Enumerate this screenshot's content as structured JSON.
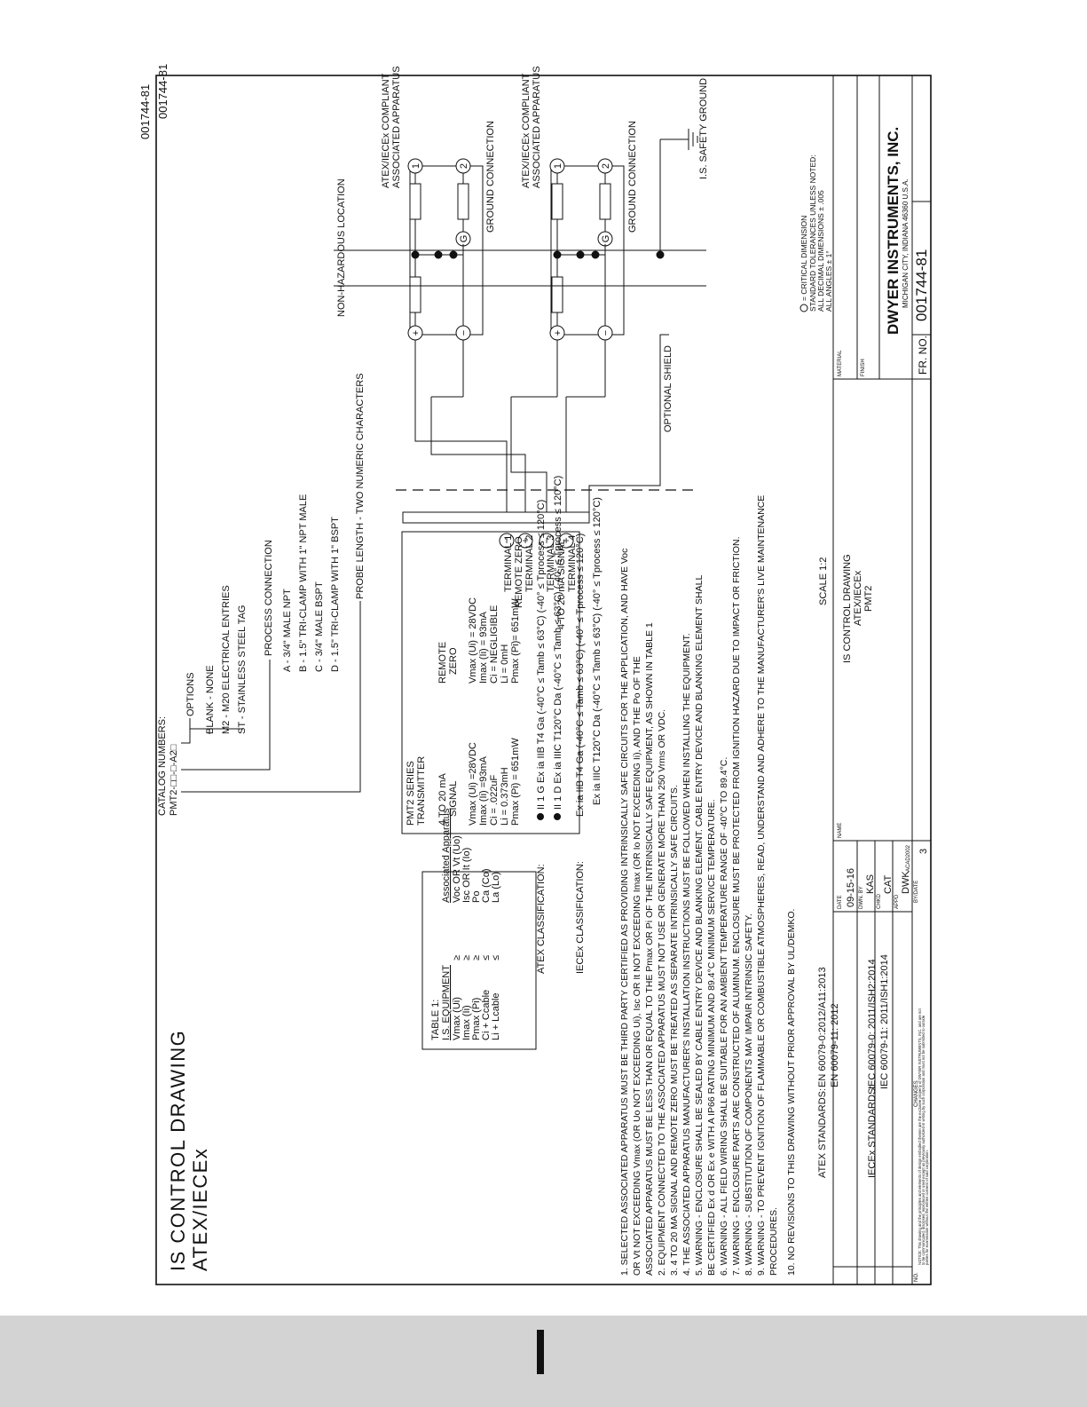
{
  "drawing_no_outside": "001744-81",
  "drawing_no_border": "001744-81",
  "title": [
    "IS CONTROL DRAWING",
    "ATEX/IECEx"
  ],
  "catalog": {
    "heading": "CATALOG NUMBERS:",
    "code": "PMT2-□□-□-A2□",
    "options_label": "OPTIONS",
    "options": [
      "BLANK - NONE",
      "M2 - M20 ELECTRICAL ENTRIES",
      "ST - STAINLESS STEEL TAG"
    ],
    "process_label": "PROCESS CONNECTION",
    "process": [
      "A - 3/4\" MALE NPT",
      "B - 1.5\" TRI-CLAMP WITH 1\" NPT MALE",
      "C - 3/4\" MALE BSPT",
      "D - 1.5\" TRI-CLAMP WITH 1\" BSPT"
    ],
    "probe_label": "PROBE LENGTH - TWO NUMERIC CHARACTERS"
  },
  "table1": {
    "title": "TABLE 1:",
    "col1": "I.S. EQUIPMENT",
    "col3": "Associated Apparatus",
    "rows": [
      [
        "Vmax (Ui)",
        "≥",
        "Voc OR Vt (Uo)"
      ],
      [
        "Imax (Ii)",
        "≥",
        "Isc OR It (Io)"
      ],
      [
        "Pmax (Pi)",
        "≥",
        "Po"
      ],
      [
        "Ci + Ccable",
        "≤",
        "Ca (Co)"
      ],
      [
        "Li + Lcable",
        "≤",
        "La (Lo)"
      ]
    ]
  },
  "transmitter": {
    "header": [
      "PMT2 SERIES",
      "TRANSMITTER"
    ],
    "signal_label": [
      "4 TO 20 mA",
      "SIGNAL"
    ],
    "signal_params": [
      "Vmax (Ui) =28VDC",
      "Imax (Ii) =93mA",
      "Ci = .022uF",
      "Li = 0.373mH",
      "Pmax (Pi) = 651mW"
    ],
    "zero_label": [
      "REMOTE",
      "ZERO"
    ],
    "zero_params": [
      "Vmax (Ui) = 28VDC",
      "Imax (Ii) = 93mA",
      "Ci = NEGLIGIBLE",
      "Li = 0mH",
      "Pmax (Pi)= 651mW"
    ],
    "terminals": [
      "TERMINAL 3",
      "4 TO 20 mA SIGNAL",
      "TERMINAL 4",
      "TERMINAL 1",
      "REMOTE ZERO",
      "TERMINAL 2"
    ]
  },
  "classification": {
    "atex_label": "ATEX CLASSIFICATION:",
    "atex": [
      "II 1 G Ex ia IIB T4 Ga (-40°C ≤ Tamb ≤ 63°C) (-40° ≤ Tprocess ≤ 120°C)",
      "II 1 D Ex ia IIIC T120°C Da (-40°C ≤ Tamb ≤ 63°C) (-40° ≤ Tprocess ≤ 120°C)"
    ],
    "iecex_label": "IECEx CLASSIFICATION:",
    "iecex": [
      "Ex ia IIB T4 Ga (-40°C ≤ Tamb ≤ 63°C) (-40° ≤ Tprocess ≤ 120°C)",
      "Ex ia IIIC T120°C Da (-40°C ≤ Tamb ≤ 63°C) (-40° ≤ Tprocess ≤ 120°C)"
    ]
  },
  "circuit": {
    "non_hazardous": "NON-HAZARDOUS LOCATION",
    "assoc_apparatus": [
      "ATEX/IECEx COMPLIANT",
      "ASSOCIATED APPARATUS"
    ],
    "ground_connection": "GROUND CONNECTION",
    "safety_ground": "I.S. SAFETY GROUND",
    "optional_shield": "OPTIONAL SHIELD",
    "plus": "+",
    "minus": "−",
    "one": "1",
    "two": "2",
    "g": "G"
  },
  "notes": [
    "1. SELECTED ASSOCIATED APPARATUS MUST BE THIRD PARTY CERTIFIED AS PROVIDING INTRINSICALLY SAFE CIRCUITS FOR THE APPLICATION, AND HAVE Voc",
    "    OR Vt NOT EXCEEDING Vmax (OR Uo NOT EXCEEDING Ui), Isc OR It NOT EXCEEDING Imax (OR Io NOT EXCEEDING Ii), AND THE Po OF THE",
    "    ASSOCIATED APPARATUS MUST BE LESS THAN OR EQUAL TO THE Pmax OR Pi OF THE INTRINSICALLY SAFE EQUIPMENT, AS SHOWN IN TABLE 1",
    "2. EQUIPMENT CONNECTED TO THE ASSOCIATED APPARATUS MUST NOT USE OR GENERATE MORE THAN 250 Vrms OR VDC.",
    "3. 4 TO 20 MA SIGNAL AND REMOTE ZERO MUST BE TREATED AS SEPARATE INTRINSICALLY SAFE CIRCUITS.",
    "4. THE ASSOCIATED APPARATUS MANUFACTURER'S INSTALLATION INSTRUCTIONS MUST BE FOLLOWED WHEN INSTALLING THE EQUIPMENT.",
    "5. WARNING - ENCLOSURE SHALL BE SEALED BY CABLE ENTRY DEVICE AND BLANKING ELEMENT. CABLE ENTRY DEVICE AND BLANKING ELEMENT SHALL",
    "    BE CERTIFIED Ex d OR Ex e WITH A IP66 RATING MINIMUM AND 89.4°C MINIMUM SERVICE TEMPERATURE.",
    "6. WARNING - ALL FIELD WIRING SHALL BE SUITABLE FOR AN AMBIENT TEMPERATURE RANGE OF -40°C TO 89.4°C.",
    "7. WARNING - ENCLOSURE PARTS ARE CONSTRUCTED OF ALUMINUM. ENCLOSURE MUST BE PROTECTED FROM IGNITION HAZARD DUE TO IMPACT OR FRICTION.",
    "8. WARNING - SUBSTITUTION OF COMPONENTS MAY IMPAIR INTRINSIC SAFETY.",
    "9. WARNING - TO PREVENT IGNITION OF FLAMMABLE OR COMBUSTIBLE ATMOSPHERES, READ, UNDERSTAND AND ADHERE TO THE MANUFACTURER'S LIVE MAINTENANCE",
    "    PROCEDURES.",
    "10. NO REVISIONS TO THIS DRAWING WITHOUT PRIOR APPROVAL BY UL/DEMKO."
  ],
  "standards": {
    "atex_label": "ATEX STANDARDS:",
    "atex": [
      "EN 60079-0:2012/A11:2013",
      "EN 60079-11: 2012"
    ],
    "iecex_label": "IECEx STANDARDS:",
    "iecex": [
      "IEC 60079-0: 2011/ISH2:2014",
      "IEC 60079-11: 2011/ISH1:2014"
    ]
  },
  "tolerances": [
    "= CRITICAL DIMENSION",
    "STANDARD TOLERANCES UNLESS NOTED:",
    "ALL DECIMAL DIMENSIONS ± .005",
    "ALL ANGLES ± 1°"
  ],
  "title_block": {
    "scale": "SCALE  1:2",
    "name_label": "NAME",
    "drawing_name": [
      "IS CONTROL DRAWING",
      "ATEX/IECEx",
      "PMT2"
    ],
    "date_label": "DATE",
    "date": "09-15-16",
    "dwn_label": "DWN. BY",
    "dwn": "KAS",
    "chkd_label": "CHKD",
    "chkd": "CAT",
    "appd_label": "APPD",
    "appd": "DWK",
    "by_date": "BY/DATE",
    "changes": "CHANGES",
    "no_label": "NO.",
    "material_label": "MATERIAL",
    "finish_label": "FINISH",
    "company": "DWYER INSTRUMENTS, INC.",
    "company_location": "MICHIGAN CITY, INDIANA 46360  U.S.A.",
    "fr_no_label": "FR. NO.",
    "fr_no": "001744-81",
    "acad": "ACAD2002",
    "sheet": "3",
    "notice": [
      "NOTICE: This drawing and the principles and elements of design embodied therein are the exclusive property of DWYER INSTRUMENTS, INC. and are not",
      "to be communicated, disclosed, reproduced or used except as previously authorized in writing by such corporation and must not be submitted to outside",
      "parties for examination without the written consent of said corporation."
    ]
  }
}
